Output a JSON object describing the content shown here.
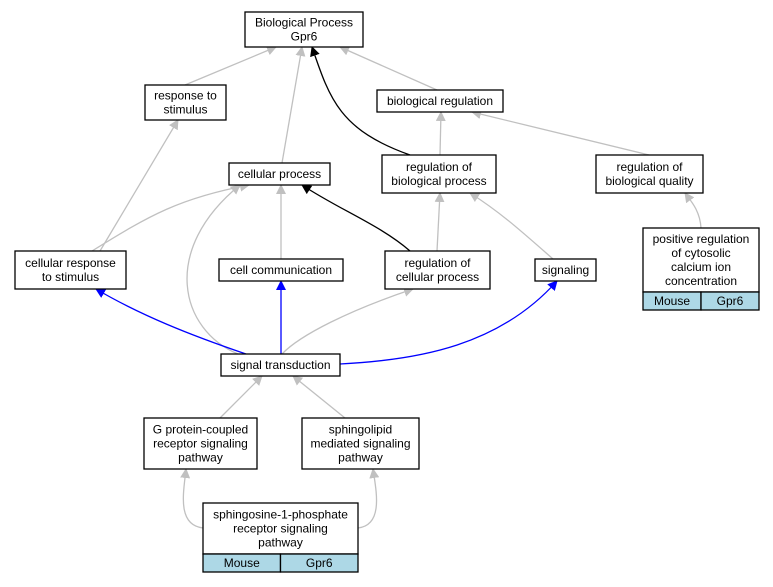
{
  "colors": {
    "background": "#ffffff",
    "is_a_edge": "#c0c0c0",
    "regulates_edge": "#000000",
    "part_of_edge": "#0000ff",
    "annotation_tag": "#add8e6"
  },
  "nodes": {
    "root": [
      "Biological Process",
      "Gpr6"
    ],
    "response_to_stimulus": [
      "response to",
      "stimulus"
    ],
    "biological_regulation": [
      "biological regulation"
    ],
    "cellular_process": [
      "cellular process"
    ],
    "regulation_of_biological_process": [
      "regulation of",
      "biological process"
    ],
    "regulation_of_biological_quality": [
      "regulation of",
      "biological quality"
    ],
    "positive_regulation_calcium": [
      "positive regulation",
      "of cytosolic",
      "calcium ion",
      "concentration"
    ],
    "cellular_response_to_stimulus": [
      "cellular response",
      "to stimulus"
    ],
    "cell_communication": [
      "cell communication"
    ],
    "regulation_of_cellular_process": [
      "regulation of",
      "cellular process"
    ],
    "signaling": [
      "signaling"
    ],
    "signal_transduction": [
      "signal transduction"
    ],
    "gpcr_signaling_pathway": [
      "G protein-coupled",
      "receptor signaling",
      "pathway"
    ],
    "sphingolipid_signaling": [
      "sphingolipid",
      "mediated signaling",
      "pathway"
    ],
    "s1p_receptor_pathway": [
      "sphingosine-1-phosphate",
      "receptor signaling",
      "pathway"
    ]
  },
  "annotations": {
    "positive_regulation_calcium": {
      "species": "Mouse",
      "gene": "Gpr6"
    },
    "s1p_receptor_pathway": {
      "species": "Mouse",
      "gene": "Gpr6"
    }
  }
}
